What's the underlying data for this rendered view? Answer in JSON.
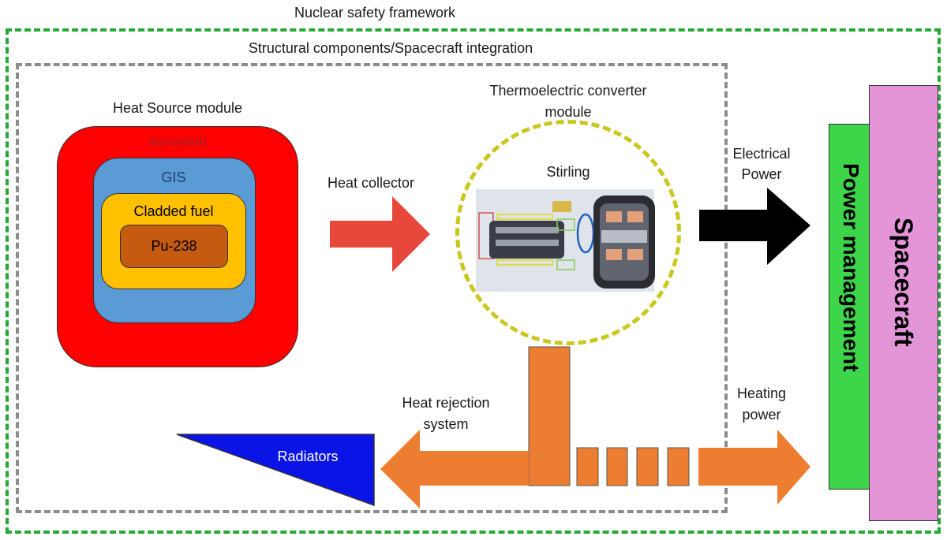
{
  "labels": {
    "nuclear_safety_framework": "Nuclear safety framework",
    "structural_components": "Structural components/Spacecraft integration",
    "heat_source_module": "Heat Source module",
    "aeroshell": "Aeroshell",
    "gis": "GIS",
    "cladded_fuel": "Cladded fuel",
    "pu238": "Pu-238",
    "heat_collector": "Heat collector",
    "thermoelectric_line1": "Thermoelectric converter",
    "thermoelectric_line2": "module",
    "stirling": "Stirling",
    "electrical_line1": "Electrical",
    "electrical_line2": "Power",
    "heat_rejection_line1": "Heat rejection",
    "heat_rejection_line2": "system",
    "heating_line1": "Heating",
    "heating_line2": "power",
    "radiators": "Radiators",
    "power_management": "Power management",
    "spacecraft": "Spacecraft"
  },
  "colors": {
    "framework_border": "#22aa33",
    "structural_border": "#8c8c8c",
    "aeroshell": "#ff0000",
    "gis": "#5b9bd5",
    "cladded_fuel": "#ffc000",
    "pu238": "#c55a11",
    "heat_arrow": "#e8483b",
    "converter_circle": "#c8c81e",
    "electrical_arrow": "#000000",
    "heat_rejection": "#ed7d31",
    "radiators": "#0a14e6",
    "power_management": "#3dd64a",
    "spacecraft": "#e395d8"
  }
}
